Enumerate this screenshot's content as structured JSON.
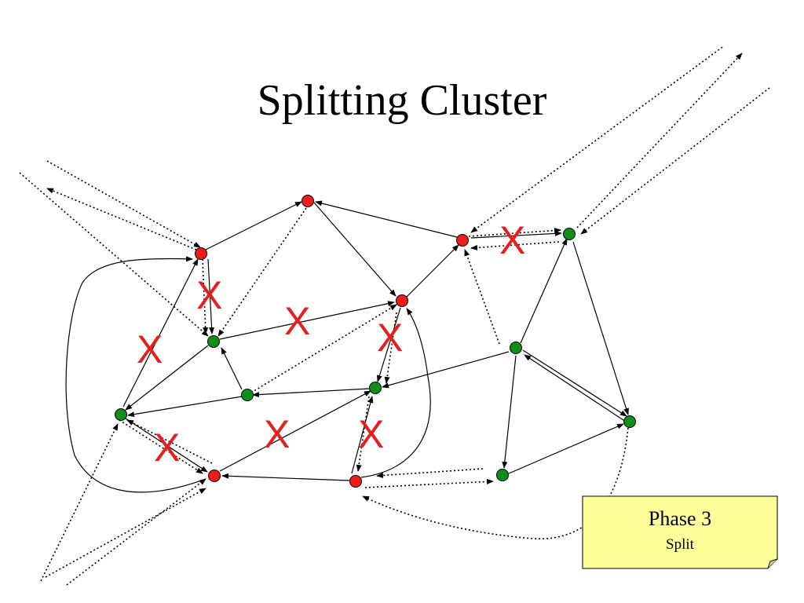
{
  "title": "Splitting Cluster",
  "cross_symbol": "X",
  "note": {
    "title": "Phase 3",
    "subtitle": "Split"
  },
  "colors": {
    "red_node": "#ee1c1c",
    "green_node": "#0f8f18",
    "cross": "#e61e1e",
    "note_fill": "#ffff99",
    "edge": "#000000"
  },
  "legend_colors": {
    "cluster_head": "red-node",
    "member": "green-node"
  }
}
